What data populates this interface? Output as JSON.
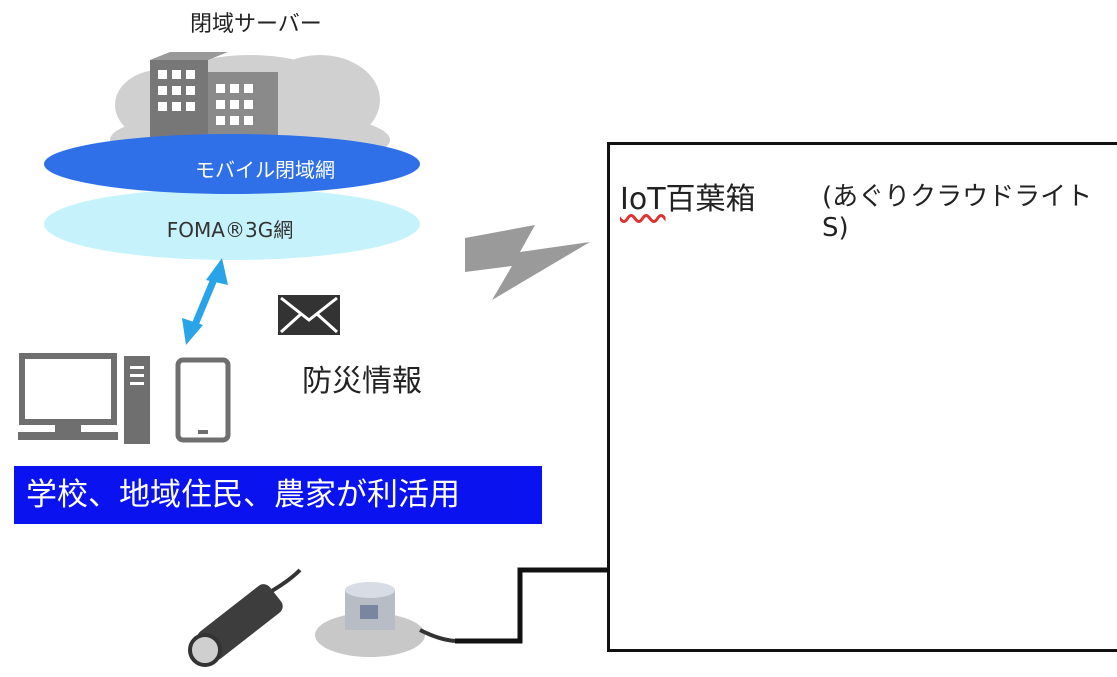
{
  "labels": {
    "closed_server": "閉域サーバー",
    "mobile_closed_network": "モバイル閉域網",
    "foma_network": "FOMA®3G網",
    "disaster_info": "防災情報",
    "usage_banner": "学校、地域住民、農家が利活用"
  },
  "iot_box": {
    "title_prefix": "IoT",
    "title_suffix": "百葉箱",
    "subtitle": "(あぐりクラウドライトS)"
  },
  "colors": {
    "banner": "#0a12f0",
    "mobile_network": "#2f6fe8",
    "foma_network": "#c6f3fb",
    "arrow": "#2aa4e8",
    "camera": "#33cccc"
  }
}
